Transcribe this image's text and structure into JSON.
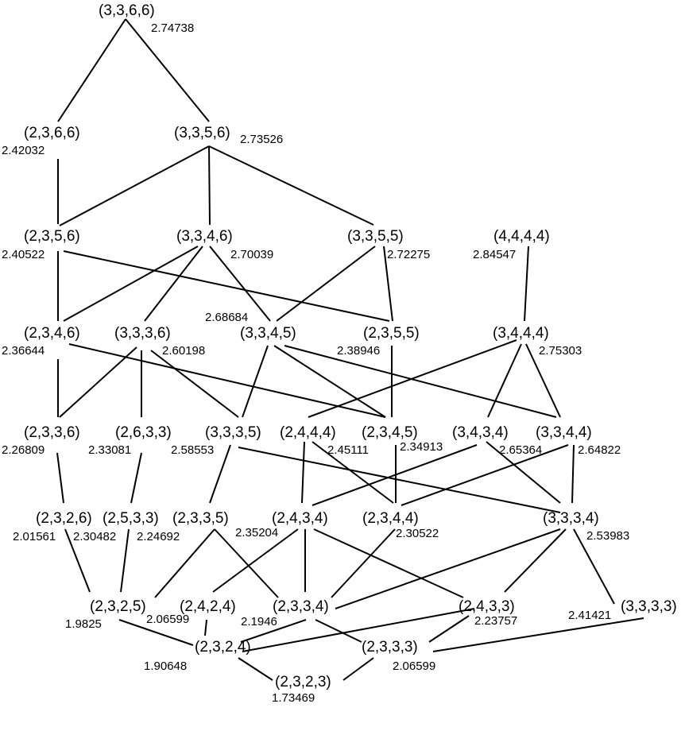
{
  "nodes": [
    {
      "id": "3366",
      "label": "(3,3,6,6)",
      "value": "2.74738"
    },
    {
      "id": "2366",
      "label": "(2,3,6,6)",
      "value": "2.42032"
    },
    {
      "id": "3356",
      "label": "(3,3,5,6)",
      "value": "2.73526"
    },
    {
      "id": "2356",
      "label": "(2,3,5,6)",
      "value": "2.40522"
    },
    {
      "id": "3346",
      "label": "(3,3,4,6)",
      "value": "2.70039"
    },
    {
      "id": "3355",
      "label": "(3,3,5,5)",
      "value": "2.72275"
    },
    {
      "id": "4444",
      "label": "(4,4,4,4)",
      "value": "2.84547"
    },
    {
      "id": "2346",
      "label": "(2,3,4,6)",
      "value": "2.36644"
    },
    {
      "id": "3336",
      "label": "(3,3,3,6)",
      "value": "2.60198"
    },
    {
      "id": "3345",
      "label": "(3,3,4,5)",
      "value": "2.68684"
    },
    {
      "id": "2355",
      "label": "(2,3,5,5)",
      "value": "2.38946"
    },
    {
      "id": "3444",
      "label": "(3,4,4,4)",
      "value": "2.75303"
    },
    {
      "id": "2336",
      "label": "(2,3,3,6)",
      "value": "2.26809"
    },
    {
      "id": "2633",
      "label": "(2,6,3,3)",
      "value": "2.33081"
    },
    {
      "id": "3335",
      "label": "(3,3,3,5)",
      "value": "2.58553"
    },
    {
      "id": "2444",
      "label": "(2,4,4,4)",
      "value": "2.45111"
    },
    {
      "id": "2345",
      "label": "(2,3,4,5)",
      "value": "2.34913"
    },
    {
      "id": "3434",
      "label": "(3,4,3,4)",
      "value": "2.65364"
    },
    {
      "id": "3344",
      "label": "(3,3,4,4)",
      "value": "2.64822"
    },
    {
      "id": "2326",
      "label": "(2,3,2,6)",
      "value": "2.01561"
    },
    {
      "id": "2533",
      "label": "(2,5,3,3)",
      "value": "2.30482"
    },
    {
      "id": "2335",
      "label": "(2,3,3,5)",
      "value": "2.24692"
    },
    {
      "id": "2434",
      "label": "(2,4,3,4)",
      "value": "2.35204"
    },
    {
      "id": "2344",
      "label": "(2,3,4,4)",
      "value": "2.30522"
    },
    {
      "id": "3334",
      "label": "(3,3,3,4)",
      "value": "2.53983"
    },
    {
      "id": "2325",
      "label": "(2,3,2,5)",
      "value": "1.9825"
    },
    {
      "id": "2424",
      "label": "(2,4,2,4)",
      "value": "2.06599"
    },
    {
      "id": "2334",
      "label": "(2,3,3,4)",
      "value": "2.1946"
    },
    {
      "id": "2433",
      "label": "(2,4,3,3)",
      "value": "2.23757"
    },
    {
      "id": "3333",
      "label": "(3,3,3,3)",
      "value": "2.41421"
    },
    {
      "id": "2324",
      "label": "(2,3,2,4)",
      "value": "1.90648"
    },
    {
      "id": "2333",
      "label": "(2,3,3,3)",
      "value": "2.06599"
    },
    {
      "id": "2323",
      "label": "(2,3,2,3)",
      "value": "1.73469"
    }
  ]
}
